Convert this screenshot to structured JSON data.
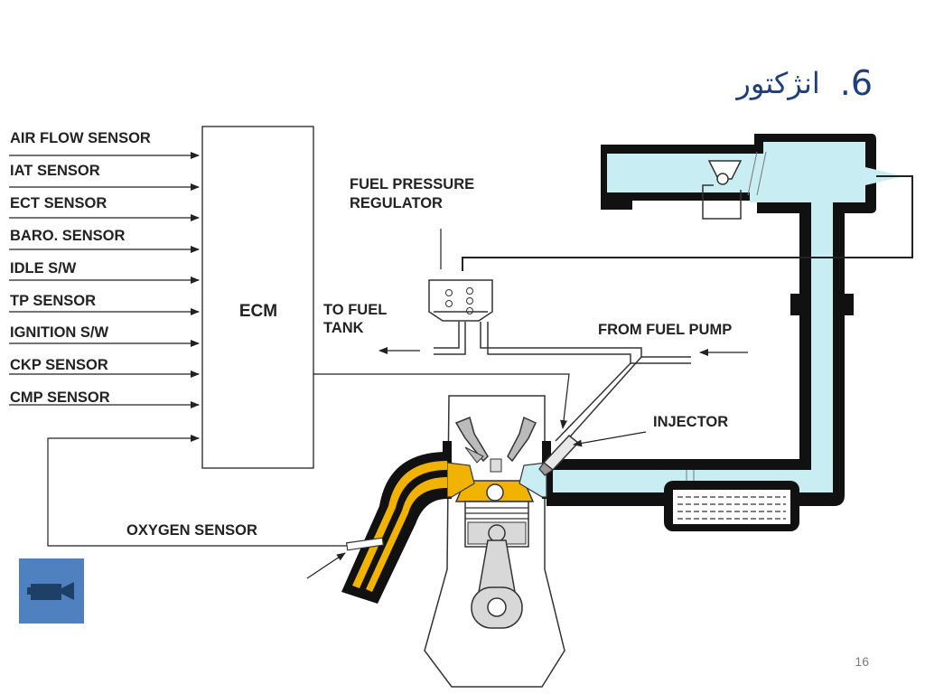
{
  "slide": {
    "number": ".6",
    "title": "انژکتور",
    "page_number": "16"
  },
  "diagram": {
    "sensor_labels": [
      "AIR FLOW SENSOR",
      "IAT SENSOR",
      "ECT SENSOR",
      "BARO. SENSOR",
      "IDLE S/W",
      "TP SENSOR",
      "IGNITION S/W",
      "CKP SENSOR",
      "CMP SENSOR"
    ],
    "ecm_label": "ECM",
    "fuel_pressure_regulator": [
      "FUEL PRESSURE",
      "REGULATOR"
    ],
    "to_fuel_tank": [
      "TO FUEL",
      "TANK"
    ],
    "from_fuel_pump": "FROM FUEL PUMP",
    "injector": "INJECTOR",
    "oxygen_sensor": "OXYGEN SENSOR"
  },
  "icons": {
    "video": "video-camera-icon"
  },
  "colors": {
    "title": "#1f3f7a",
    "intake_fill": "#c8edf3",
    "exhaust_yellow": "#f2b200",
    "video_button": "#4f81c0"
  }
}
